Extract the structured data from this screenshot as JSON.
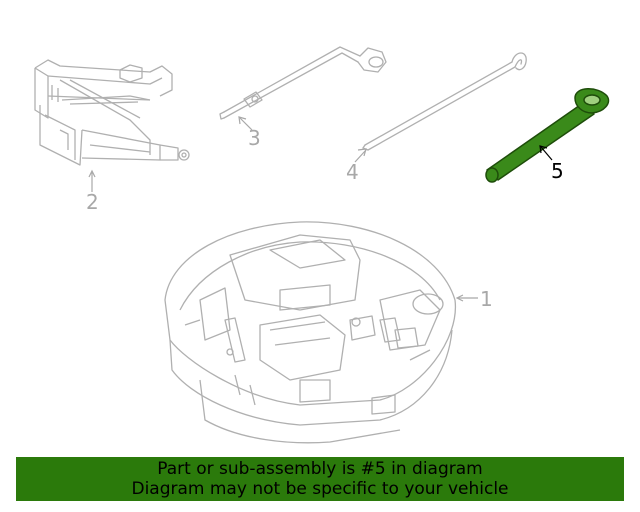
{
  "callouts": {
    "c1": "1",
    "c2": "2",
    "c3": "3",
    "c4": "4",
    "c5": "5"
  },
  "highlighted_part": "5",
  "colors": {
    "line": "#b0b0b0",
    "highlight_fill": "#3a8a1a",
    "highlight_stroke": "#1e4d0a",
    "banner_bg": "#2b7a0b"
  },
  "banner": {
    "line1": "Part or sub-assembly is #5 in diagram",
    "line2": "Diagram may not be specific to your vehicle"
  }
}
